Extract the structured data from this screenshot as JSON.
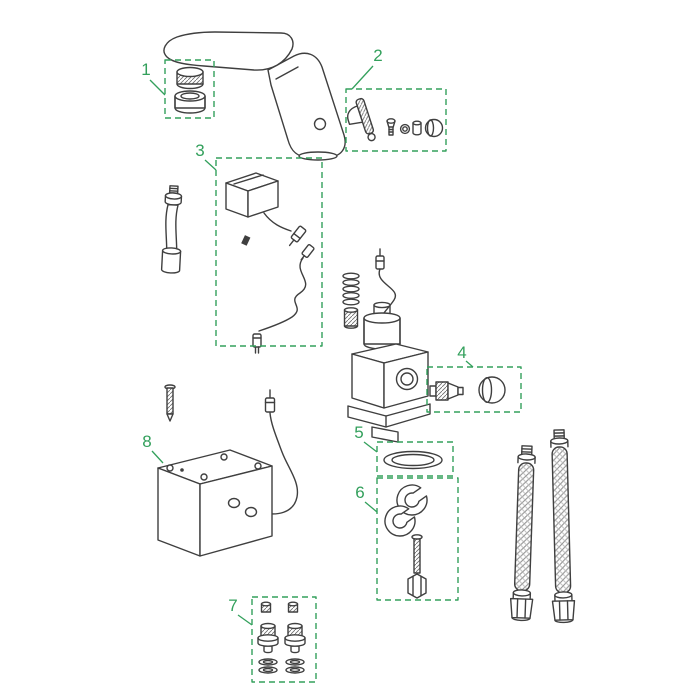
{
  "diagram": {
    "callouts": [
      {
        "label": "1"
      },
      {
        "label": "2"
      },
      {
        "label": "3"
      },
      {
        "label": "4"
      },
      {
        "label": "5"
      },
      {
        "label": "6"
      },
      {
        "label": "7"
      },
      {
        "label": "8"
      }
    ],
    "colors": {
      "accent": "#33a05c",
      "line": "#3f3f3f",
      "background": "#ffffff"
    }
  }
}
